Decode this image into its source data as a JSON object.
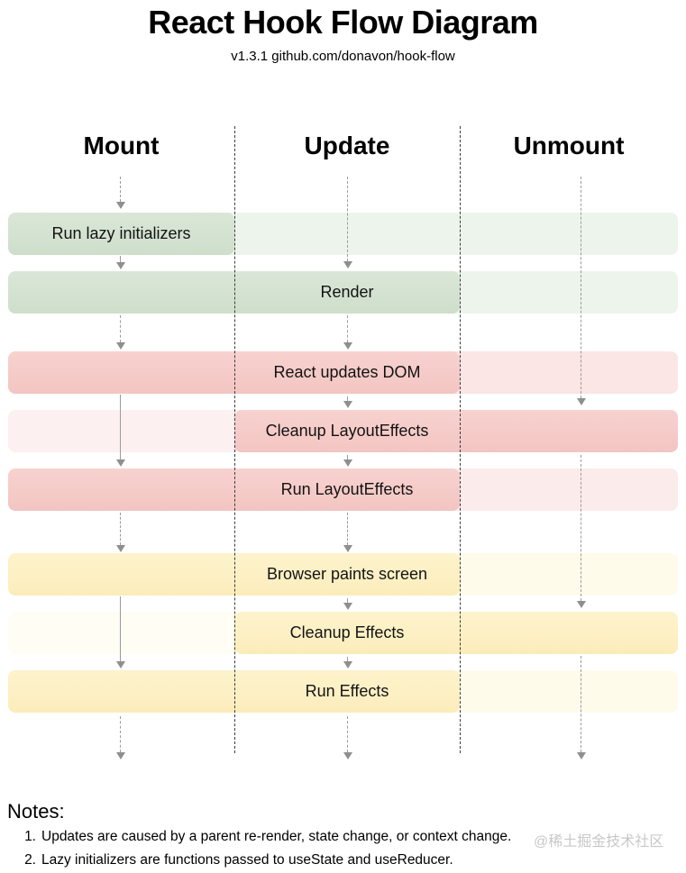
{
  "header": {
    "title": "React Hook Flow Diagram",
    "subtitle": "v1.3.1 github.com/donavon/hook-flow"
  },
  "columns": [
    {
      "label": "Mount"
    },
    {
      "label": "Update"
    },
    {
      "label": "Unmount"
    }
  ],
  "rows": [
    {
      "label": "Run lazy initializers",
      "phase": "render",
      "highlight_columns": [
        "Mount"
      ],
      "label_column": "Mount"
    },
    {
      "label": "Render",
      "phase": "render",
      "highlight_columns": [
        "Mount",
        "Update"
      ],
      "label_column": "Update"
    },
    {
      "label": "React updates DOM",
      "phase": "commit",
      "highlight_columns": [
        "Mount",
        "Update"
      ],
      "label_column": "Update"
    },
    {
      "label": "Cleanup LayoutEffects",
      "phase": "commit",
      "highlight_columns": [
        "Update",
        "Unmount"
      ],
      "label_column": "Update"
    },
    {
      "label": "Run LayoutEffects",
      "phase": "commit",
      "highlight_columns": [
        "Mount",
        "Update"
      ],
      "label_column": "Update"
    },
    {
      "label": "Browser paints screen",
      "phase": "effects",
      "highlight_columns": [
        "Mount",
        "Update"
      ],
      "label_column": "Update"
    },
    {
      "label": "Cleanup Effects",
      "phase": "effects",
      "highlight_columns": [
        "Update",
        "Unmount"
      ],
      "label_column": "Update"
    },
    {
      "label": "Run Effects",
      "phase": "effects",
      "highlight_columns": [
        "Mount",
        "Update"
      ],
      "label_column": "Update"
    }
  ],
  "notes": {
    "heading": "Notes:",
    "items": [
      {
        "num": "1.",
        "text": "Updates are caused by a parent re-render, state change, or context change."
      },
      {
        "num": "2.",
        "text": "Lazy initializers are functions passed to useState and useReducer."
      }
    ]
  },
  "watermark": "@稀土掘金技术社区",
  "colors": {
    "highlight_green": "#d4e2d1",
    "light_green": "#edf4ec",
    "highlight_red": "#f5cbc8",
    "light_red": "#fbe5e5",
    "highlight_yellow": "#fdf0c4",
    "light_yellow": "#fffbeb",
    "arrow_gray": "#9b9b9b",
    "separator_black": "#3c3c3c",
    "watermark_gray": "#c8c8c8"
  }
}
